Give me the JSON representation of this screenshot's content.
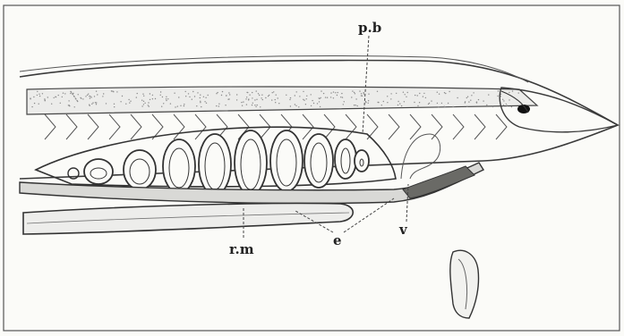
{
  "labels": {
    "pb": "p.b",
    "rm": "r.m",
    "e": "e",
    "v": "v"
  },
  "colors": {
    "paper": "#fbfbf8",
    "ink": "#3a3a3a",
    "stipple": "#8a8a8a"
  }
}
